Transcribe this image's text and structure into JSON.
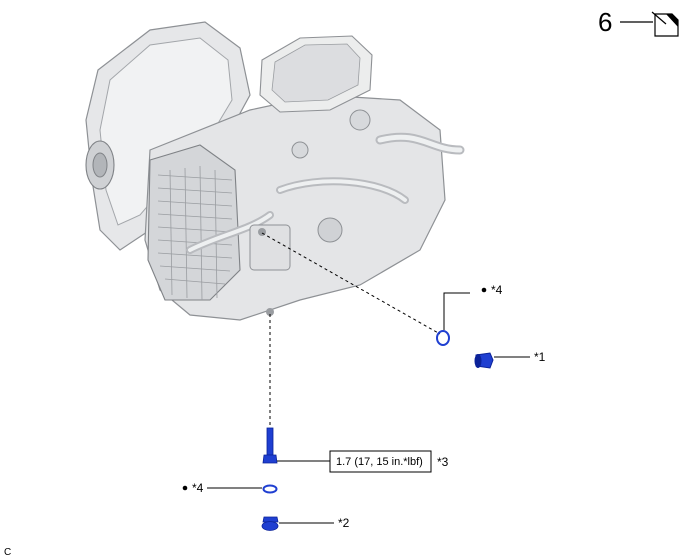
{
  "step_number": "6",
  "torque_spec": "1.7 (17, 15 in.*lbf)",
  "callouts": {
    "c1": "*1",
    "c2": "*2",
    "c3": "*3",
    "c4a": "*4",
    "c4b": "*4"
  },
  "corner_code": "C",
  "icons": [
    "replace-part-icon",
    "transaxle-illustration",
    "drain-plug-icon",
    "bolt-icon",
    "o-ring-icon",
    "gasket-plug-icon"
  ],
  "colors": {
    "part_blue": "#1f3fd1",
    "part_blue_dark": "#0b2299",
    "line": "#000000",
    "housing_light": "#e9eaec",
    "housing_mid": "#cfd1d4",
    "housing_dark": "#9a9da1"
  }
}
